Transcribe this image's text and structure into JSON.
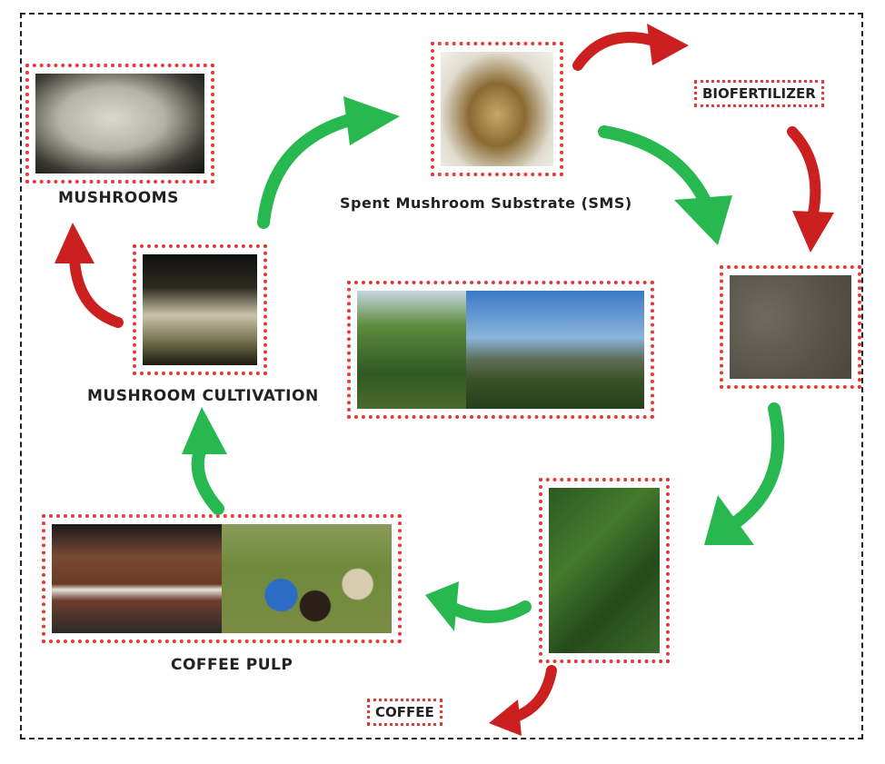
{
  "labels": {
    "mushrooms": "MUSHROOMS",
    "sms": "Spent Mushroom Substrate (SMS)",
    "biofertilizer": "BIOFERTILIZER",
    "mushroom_cultivation": "MUSHROOM CULTIVATION",
    "coffee_pulp": "COFFEE PULP",
    "coffee": "COFFEE"
  },
  "colors": {
    "green_arrow": "#27b84f",
    "red_arrow": "#cc1f1f",
    "dotted_border": "#e23a3a"
  }
}
